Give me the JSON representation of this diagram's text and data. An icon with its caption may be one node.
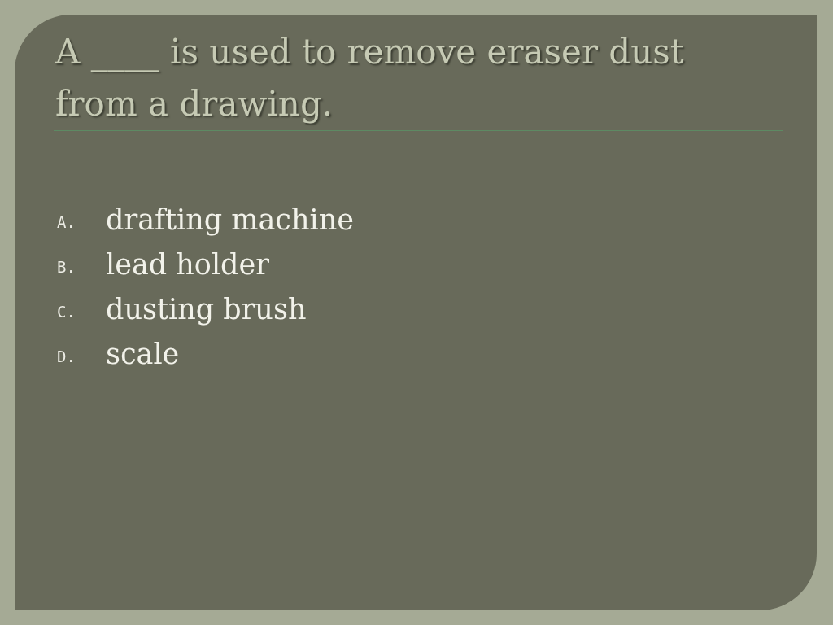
{
  "diagram": {
    "title": "A ____ is used to remove eraser dust from a drawing.",
    "labels": [
      "A.",
      "drafting machine",
      "B.",
      "lead holder",
      "C.",
      "dusting brush",
      "D.",
      "scale"
    ]
  }
}
